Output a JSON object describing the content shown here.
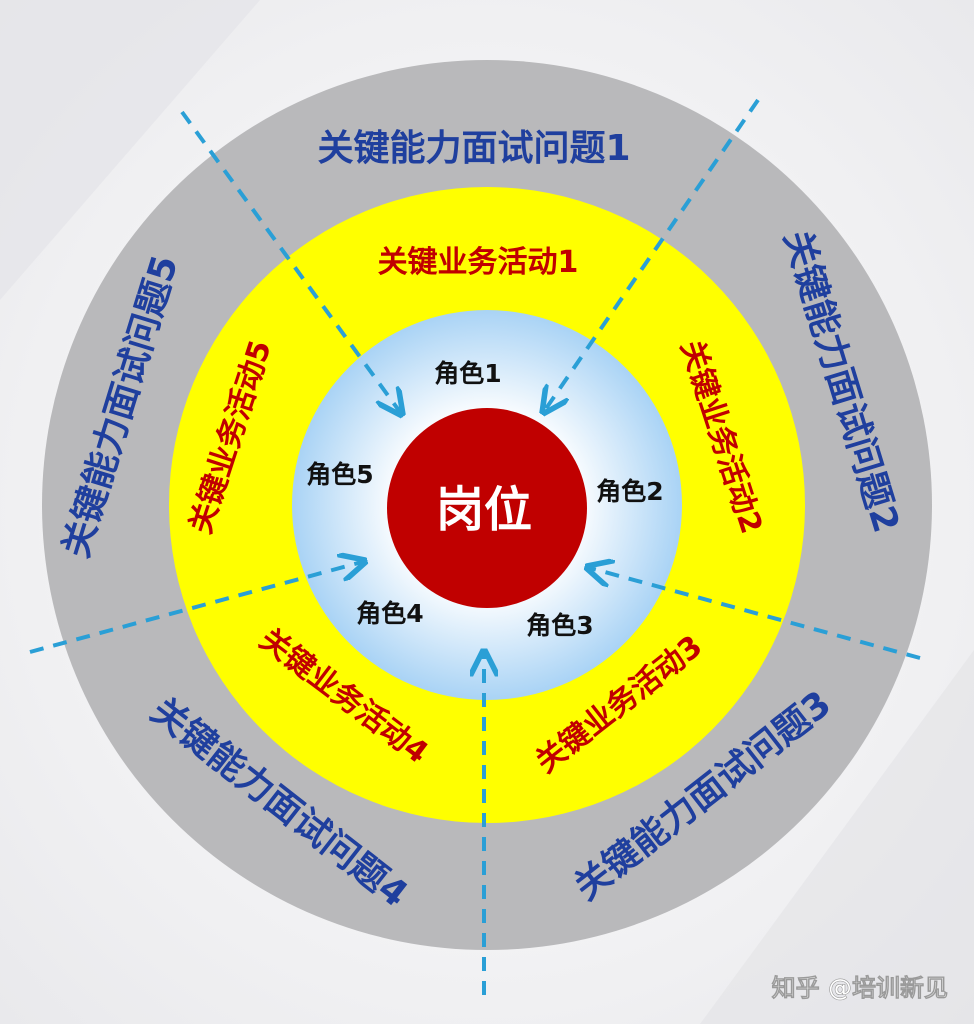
{
  "center": {
    "label": "岗位"
  },
  "roles": [
    "角色1",
    "角色2",
    "角色3",
    "角色4",
    "角色5"
  ],
  "activities": [
    "关键业务活动1",
    "关键业务活动2",
    "关键业务活动3",
    "关键业务活动4",
    "关键业务活动5"
  ],
  "questions": [
    "关键能力面试问题1",
    "关键能力面试问题2",
    "关键能力面试问题3",
    "关键能力面试问题4",
    "关键能力面试问题5"
  ],
  "watermark": "知乎 @培训新见",
  "colors": {
    "outer_ring": "#b9b9bb",
    "middle_ring": "#ffff00",
    "inner_ring": "#cfe6fa",
    "center": "#c00000",
    "question_text": "#1f3f9e",
    "activity_text": "#c00000",
    "role_text": "#111111",
    "divider": "#2a9fd6"
  }
}
